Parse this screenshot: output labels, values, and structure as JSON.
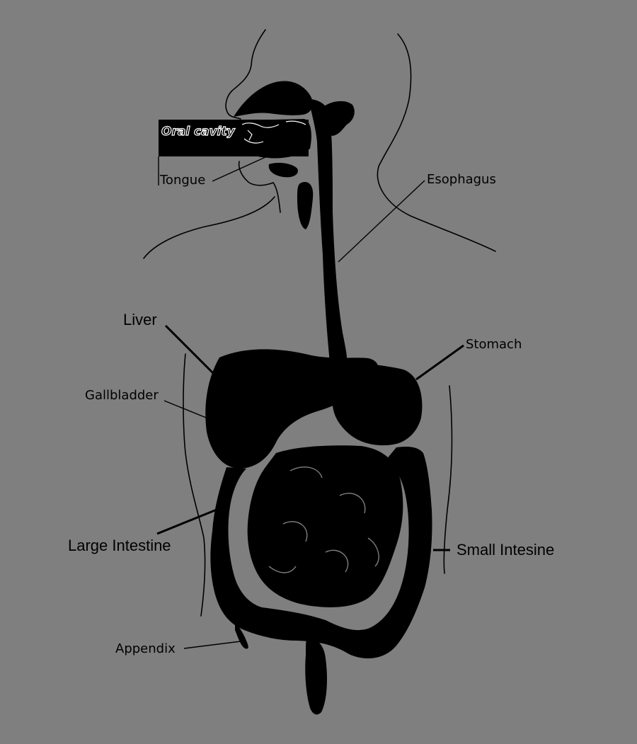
{
  "diagram": {
    "labels": {
      "oral_cavity": "Oral cavity",
      "tongue": "Tongue",
      "esophagus": "Esophagus",
      "liver": "Liver",
      "stomach": "Stomach",
      "gallbladder": "Gallbladder",
      "large_intestine": "Large Intestine",
      "small_intestine": "Small Intesine",
      "appendix": "Appendix"
    },
    "colors": {
      "background": "#7f7f7f",
      "organs": "#000000"
    }
  }
}
